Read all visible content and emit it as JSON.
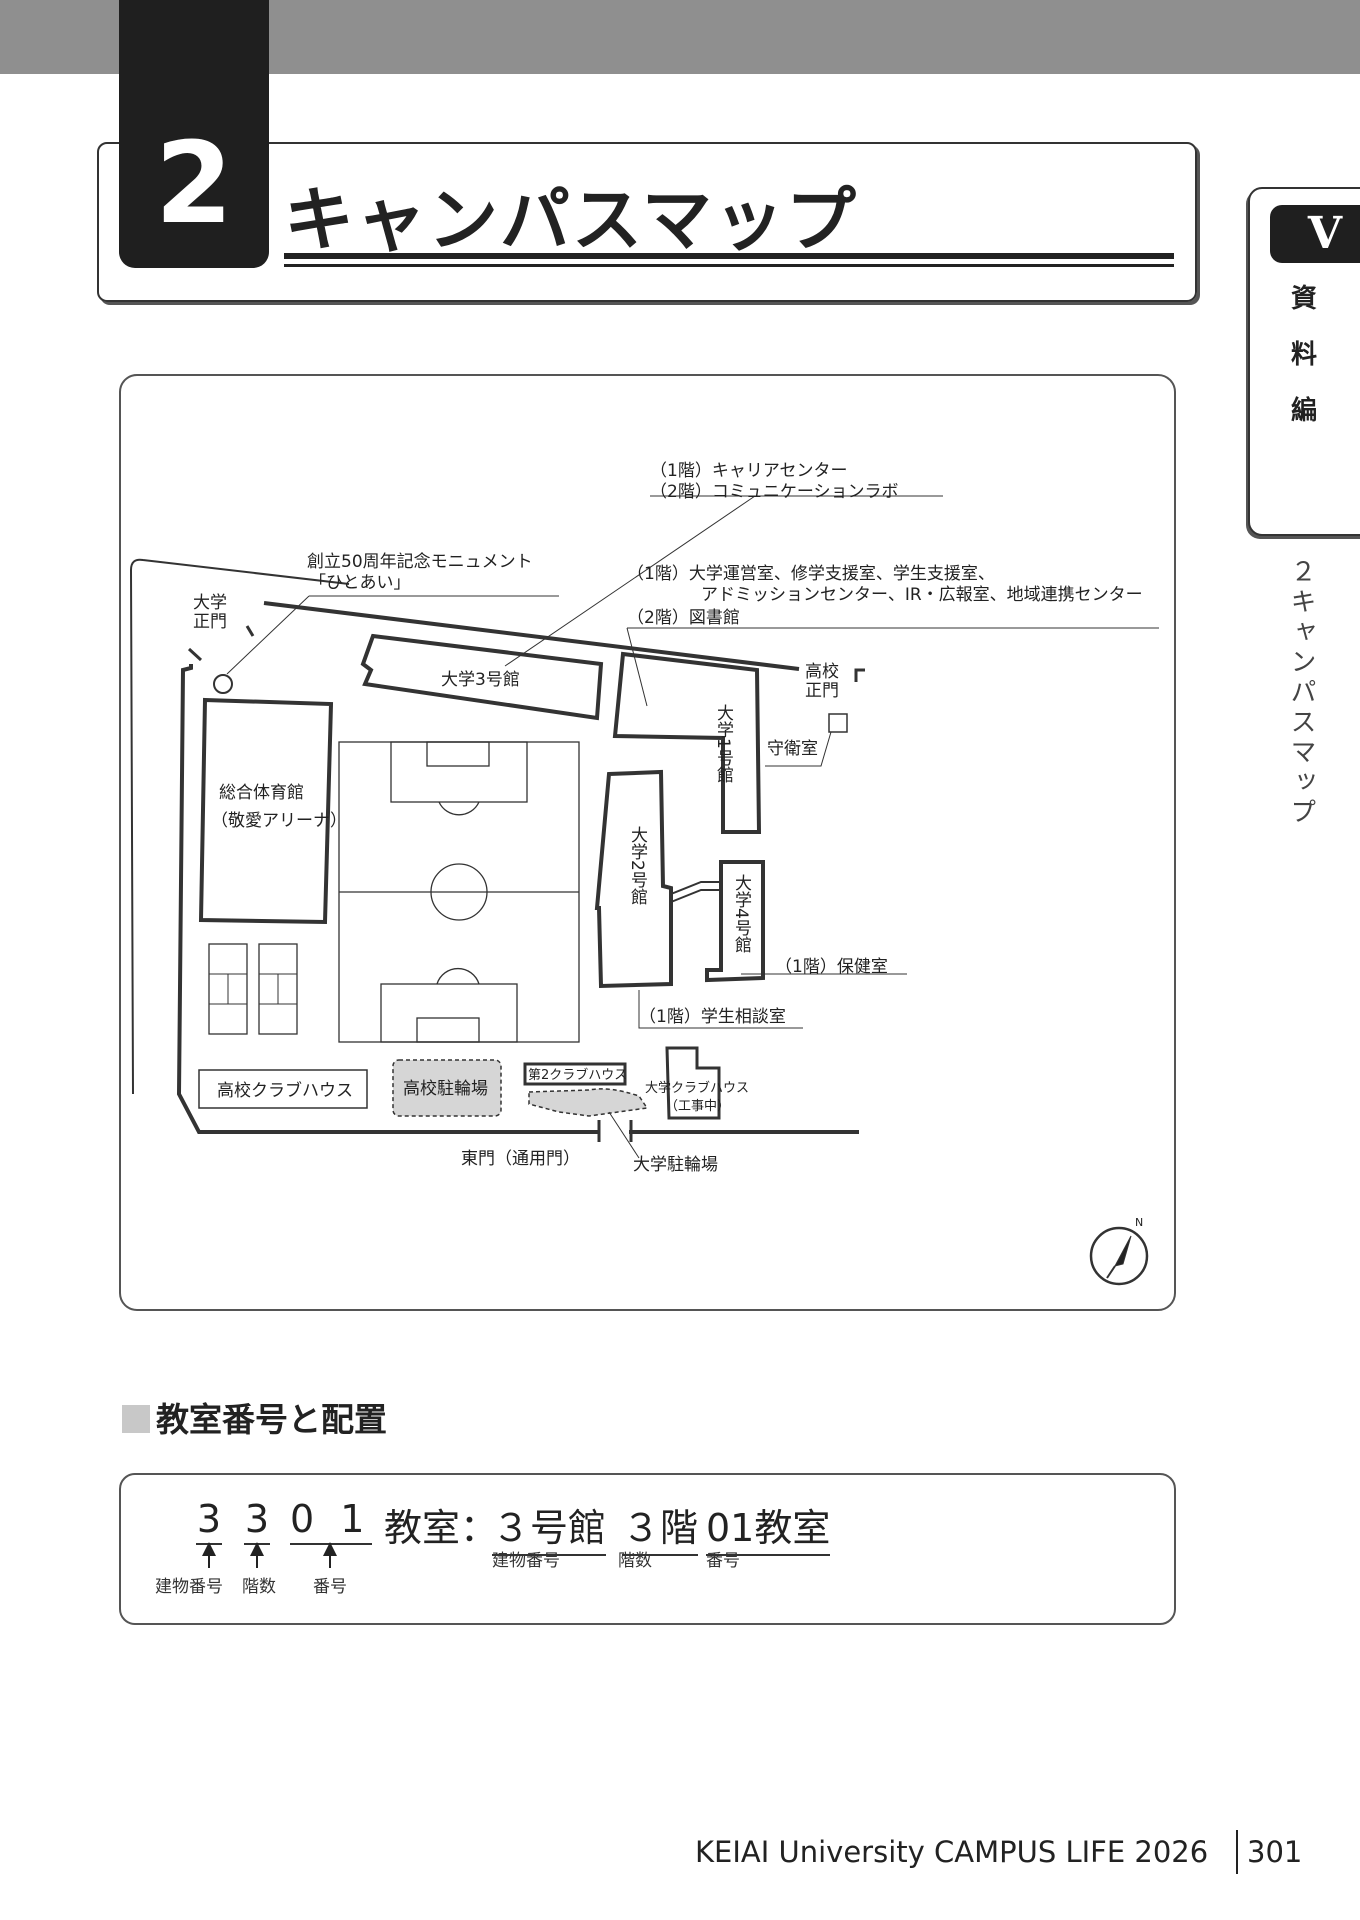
{
  "section": {
    "number": "2",
    "title": "キャンパスマップ"
  },
  "side_tab": {
    "chapter": "V",
    "chars": [
      "資",
      "料",
      "編"
    ],
    "vertical": "２キャンパスマップ"
  },
  "map": {
    "labels": {
      "career_l1": "（1階）キャリアセンター",
      "career_l2": "（2階）コミュニケーションラボ",
      "monument_l1": "創立50周年記念モニュメント",
      "monument_l2": "「ひとあい」",
      "b1_l1": "（1階）大学運営室、修学支援室、学生支援室、",
      "b1_l2": "アドミッションセンター、IR・広報室、地域連携センター",
      "b1_l3": "（2階）図書館",
      "univ_gate": "大学",
      "univ_gate2": "正門",
      "hs_gate": "高校",
      "hs_gate2": "正門",
      "guard": "守衛室",
      "b3": "大学3号館",
      "b1": "大学1号館",
      "b2": "大学2号館",
      "b4": "大学4号館",
      "gym_l1": "総合体育館",
      "gym_l2": "（敬愛アリーナ）",
      "health": "（1階）保健室",
      "counsel": "（1階）学生相談室",
      "hs_club": "高校クラブハウス",
      "hs_parking": "高校駐輪場",
      "club2": "第2クラブハウス",
      "univ_club": "大学クラブハウス",
      "univ_club2": "（工事中）",
      "east_gate": "東門（通用門）",
      "univ_parking": "大学駐輪場",
      "north": "N"
    }
  },
  "classroom": {
    "heading": "教室番号と配置",
    "digits": [
      "3",
      "3",
      "0",
      "1"
    ],
    "kyoshitsu": "教室：",
    "part1": "３号館",
    "part2": "３階",
    "part3": "01教室",
    "part1_sub": "建物番号",
    "part2_sub": "階数",
    "part3_sub": "番号",
    "arrow1": "建物番号",
    "arrow2": "階数",
    "arrow3": "番号"
  },
  "footer": {
    "text": "KEIAI University CAMPUS LIFE 2026",
    "page": "301"
  }
}
